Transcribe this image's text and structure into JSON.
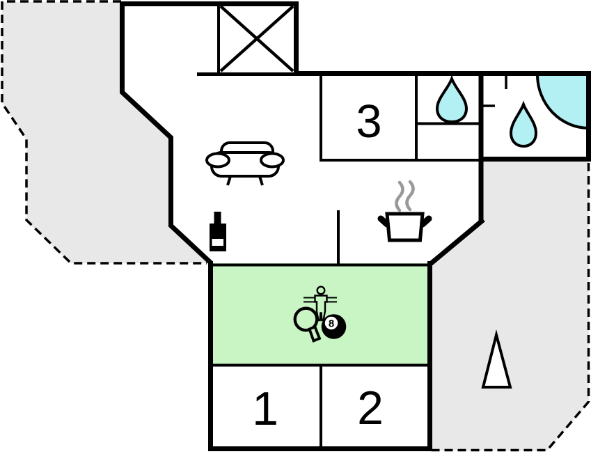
{
  "image_type": "holiday-home-floor-plan",
  "colors": {
    "wall": "#000000",
    "terrace_fill": "#e8e8e8",
    "activity_room_fill": "#c9f4c4",
    "water_fill": "#b3f0f4",
    "steam": "#999999",
    "icon_fill": "#ffffff",
    "background": "#ffffff"
  },
  "labels": {
    "room_1": "1",
    "room_2": "2",
    "room_3": "3",
    "billiard_ball": "8"
  },
  "icons": [
    "skylight-cross-icon",
    "sofa-icon",
    "wood-stove-icon",
    "steaming-pot-icon",
    "water-drop-toilet-icon",
    "water-drop-bathroom-icon",
    "corner-bathtub-icon",
    "foosball-player-icon",
    "table-tennis-paddle-icon",
    "billiard-ball-icon",
    "tree-icon"
  ]
}
